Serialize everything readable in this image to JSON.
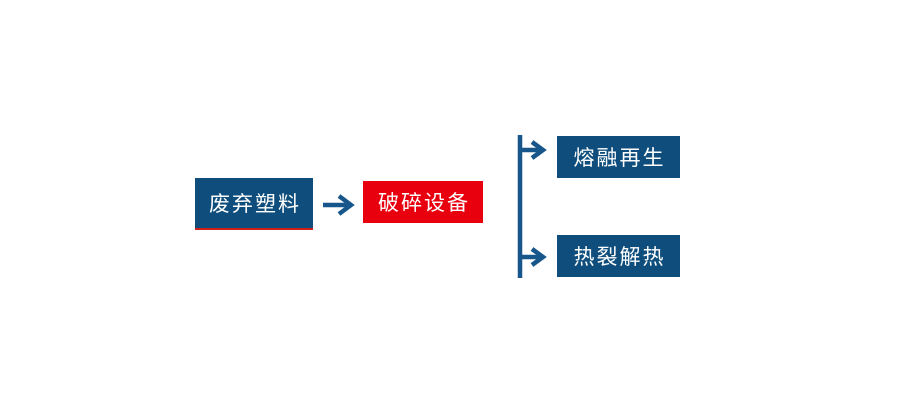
{
  "diagram": {
    "title": "waste-plastic-recycling-flowchart",
    "nodes": [
      {
        "id": "source",
        "label": "废弃塑料"
      },
      {
        "id": "process",
        "label": "破碎设备"
      },
      {
        "id": "branch_top",
        "label": "熔融再生"
      },
      {
        "id": "branch_bottom",
        "label": "热裂解热"
      }
    ],
    "edges": [
      {
        "from": "source",
        "to": "process"
      },
      {
        "from": "process",
        "to": "branch_top"
      },
      {
        "from": "process",
        "to": "branch_bottom"
      }
    ]
  },
  "colors": {
    "background": "#ffffff",
    "box_blue": "#0f4e7c",
    "box_red": "#e8000f",
    "underline_red": "#d0201c",
    "arrow_blue": "#17568a",
    "text_white": "#ffffff"
  }
}
